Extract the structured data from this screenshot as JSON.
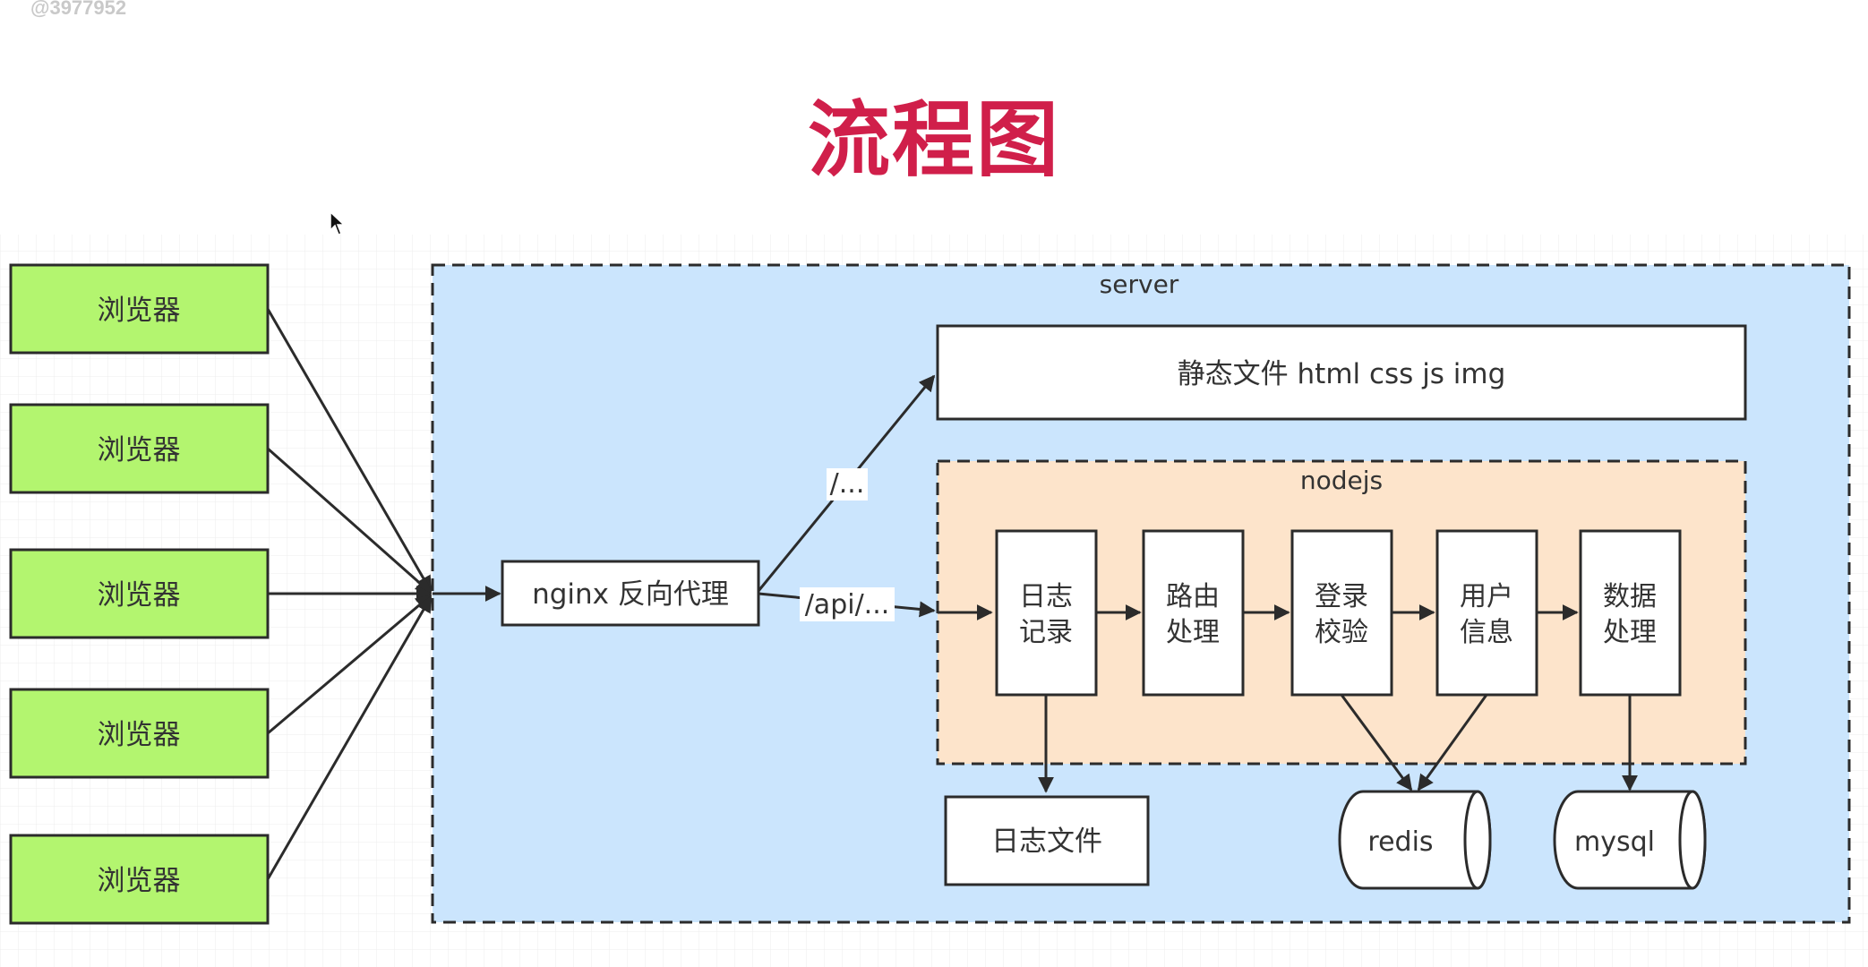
{
  "watermark": "@3977952",
  "title": "流程图",
  "browsers": [
    "浏览器",
    "浏览器",
    "浏览器",
    "浏览器",
    "浏览器"
  ],
  "server": {
    "label": "server",
    "nginx": "nginx 反向代理",
    "static": "静态文件 html css js img",
    "route_static": "/...",
    "route_api": "/api/...",
    "nodejs": {
      "label": "nodejs",
      "stages": [
        [
          "日志",
          "记录"
        ],
        [
          "路由",
          "处理"
        ],
        [
          "登录",
          "校验"
        ],
        [
          "用户",
          "信息"
        ],
        [
          "数据",
          "处理"
        ]
      ]
    },
    "log_file": "日志文件",
    "redis": "redis",
    "mysql": "mysql"
  },
  "colors": {
    "title": "#d01f4a",
    "browser_fill": "#b3f56f",
    "server_fill": "#cbe5fd",
    "nodejs_fill": "#fde4cb",
    "box_fill": "#ffffff",
    "stroke": "#2b2b2b"
  }
}
